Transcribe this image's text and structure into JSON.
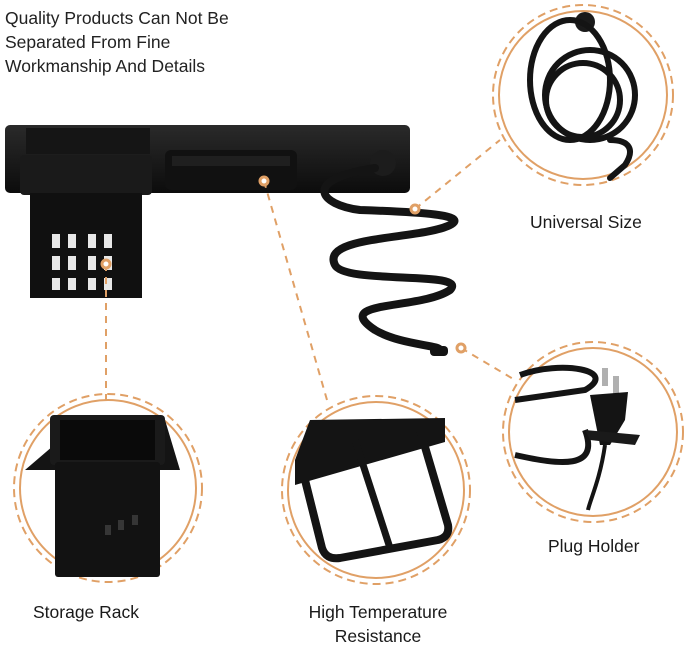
{
  "headline": {
    "lines": [
      "Quality Products Can Not Be",
      "Separated From Fine",
      "Workmanship And Details"
    ]
  },
  "features": [
    {
      "id": "universal-size",
      "label": "Universal Size"
    },
    {
      "id": "storage-rack",
      "label": "Storage Rack"
    },
    {
      "id": "high-temp",
      "label_lines": [
        "High Temperature",
        "Resistance"
      ]
    },
    {
      "id": "plug-holder",
      "label": "Plug Holder"
    }
  ],
  "colors": {
    "accent": "#e0a066",
    "product": "#141414",
    "background": "#ffffff"
  }
}
